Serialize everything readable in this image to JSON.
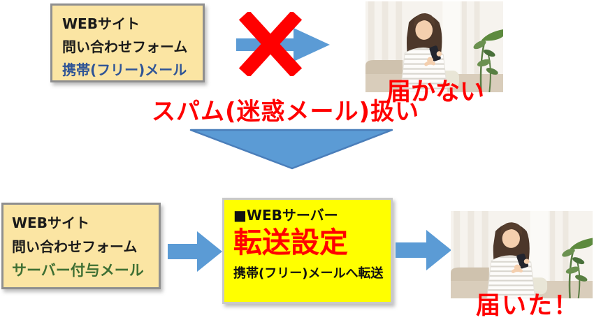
{
  "diagram": {
    "top_flow": {
      "source_box": {
        "line1": "WEBサイト",
        "line2": "問い合わせフォーム",
        "line3": "携帯(フリー)メール"
      },
      "blocked_icon": "red-x-cross-icon",
      "arrow_icon": "blue-right-arrow-icon",
      "photo_label": "woman-checking-smartphone-photo",
      "result_label": "届かない",
      "reason_label": "スパム(迷惑メール)扱い"
    },
    "transition_icon": "blue-down-triangle-icon",
    "bottom_flow": {
      "source_box": {
        "line1": "WEBサイト",
        "line2": "問い合わせフォーム",
        "line3": "サーバー付与メール"
      },
      "server_box": {
        "heading": "■WEBサーバー",
        "title": "転送設定",
        "note": "携帯(フリー)メールへ転送"
      },
      "arrow_icon": "blue-right-arrow-icon",
      "photo_label": "woman-checking-smartphone-photo",
      "result_label": "届いた！"
    },
    "colors": {
      "source_box_fill": "#FBE5A3",
      "source_box_border": "#8F8F8F",
      "server_box_fill": "#FFFF00",
      "arrow_blue": "#5B9BD5",
      "arrow_edge_blue": "#4A7EBA",
      "alert_red": "#FF0000",
      "mobile_mail_text_blue": "#2F5496",
      "server_mail_text_green": "#3E6F33"
    }
  }
}
